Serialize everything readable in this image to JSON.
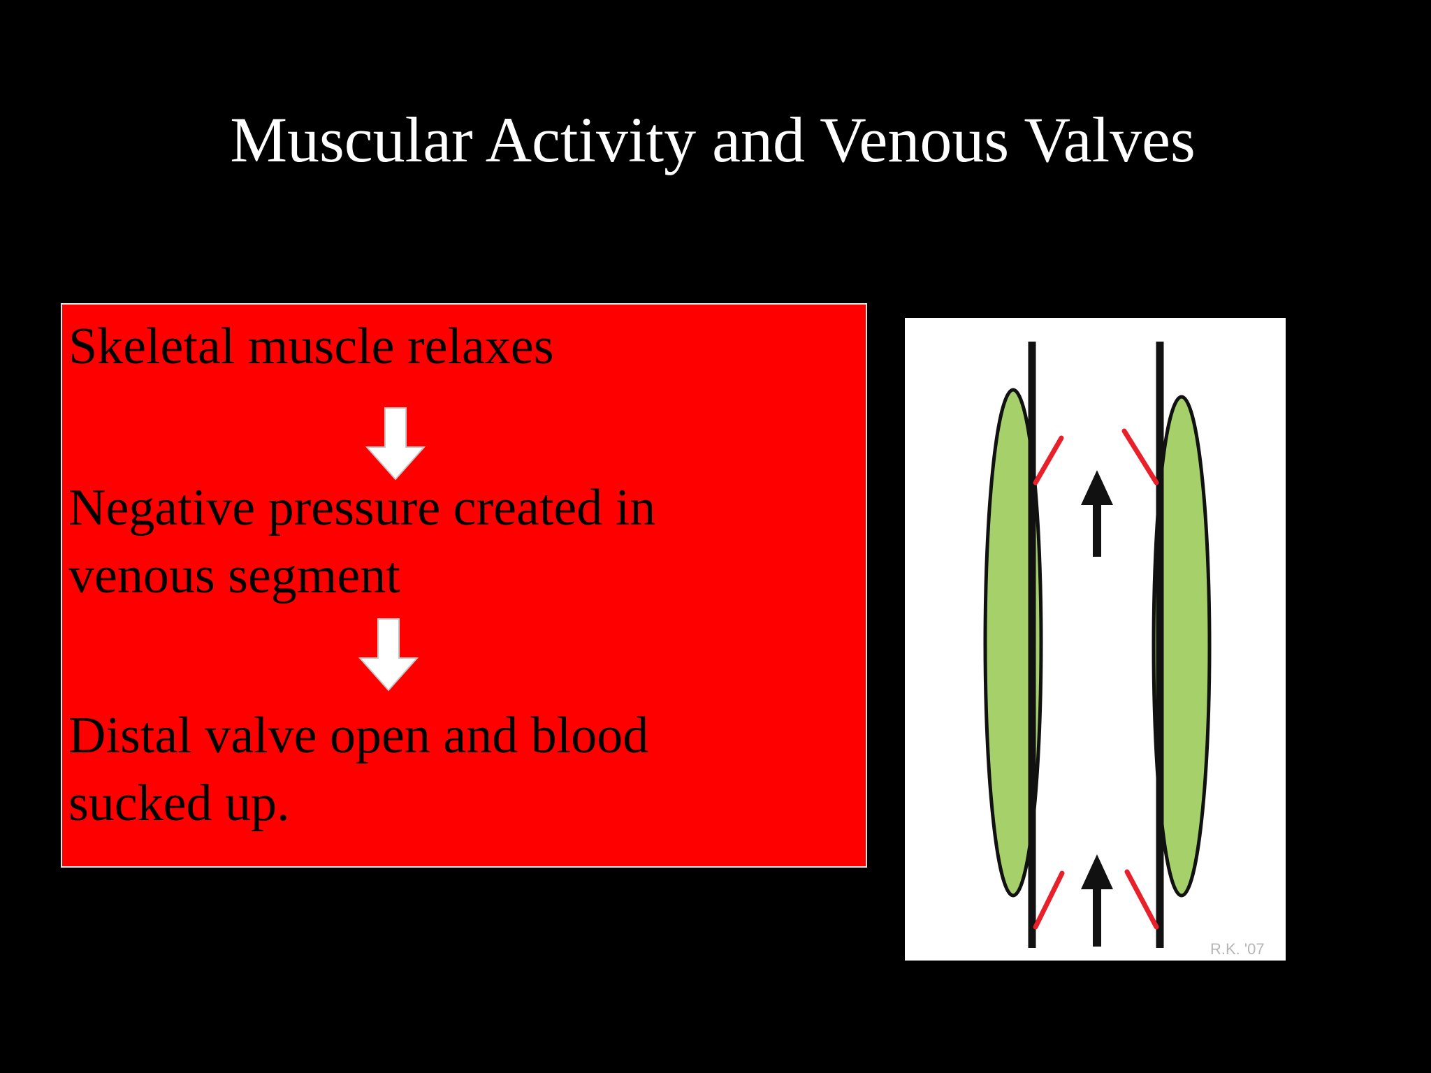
{
  "slide": {
    "title": "Muscular Activity and Venous Valves",
    "bullets": [
      {
        "text": "Skeletal  muscle relaxes"
      },
      {
        "text": "Negative pressure created in",
        "text_line2": "venous segment"
      },
      {
        "text": "Distal valve open and blood",
        "text_line2": "sucked up."
      }
    ],
    "bullet_symbol": "•",
    "colors": {
      "background": "#000000",
      "title": "#ffffff",
      "box": "#ff0000",
      "muscle": "#a6d16a",
      "valve": "#e8202a"
    }
  },
  "figure": {
    "credit": "R.K. '07"
  }
}
